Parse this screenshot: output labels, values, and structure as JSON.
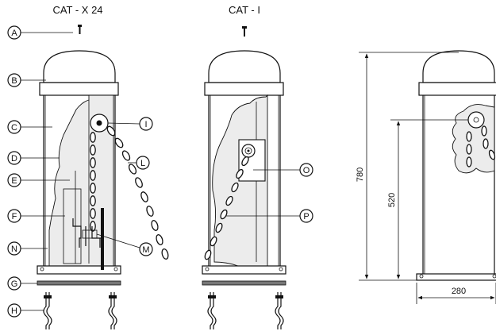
{
  "titles": {
    "left": "CAT - X 24",
    "middle": "CAT - I"
  },
  "callouts": {
    "A": "A",
    "B": "B",
    "C": "C",
    "D": "D",
    "E": "E",
    "F": "F",
    "N": "N",
    "G": "G",
    "H": "H",
    "I": "I",
    "L": "L",
    "M": "M",
    "O": "O",
    "P": "P"
  },
  "dimensions": {
    "height_total": "780",
    "height_chain": "520",
    "width": "280"
  }
}
